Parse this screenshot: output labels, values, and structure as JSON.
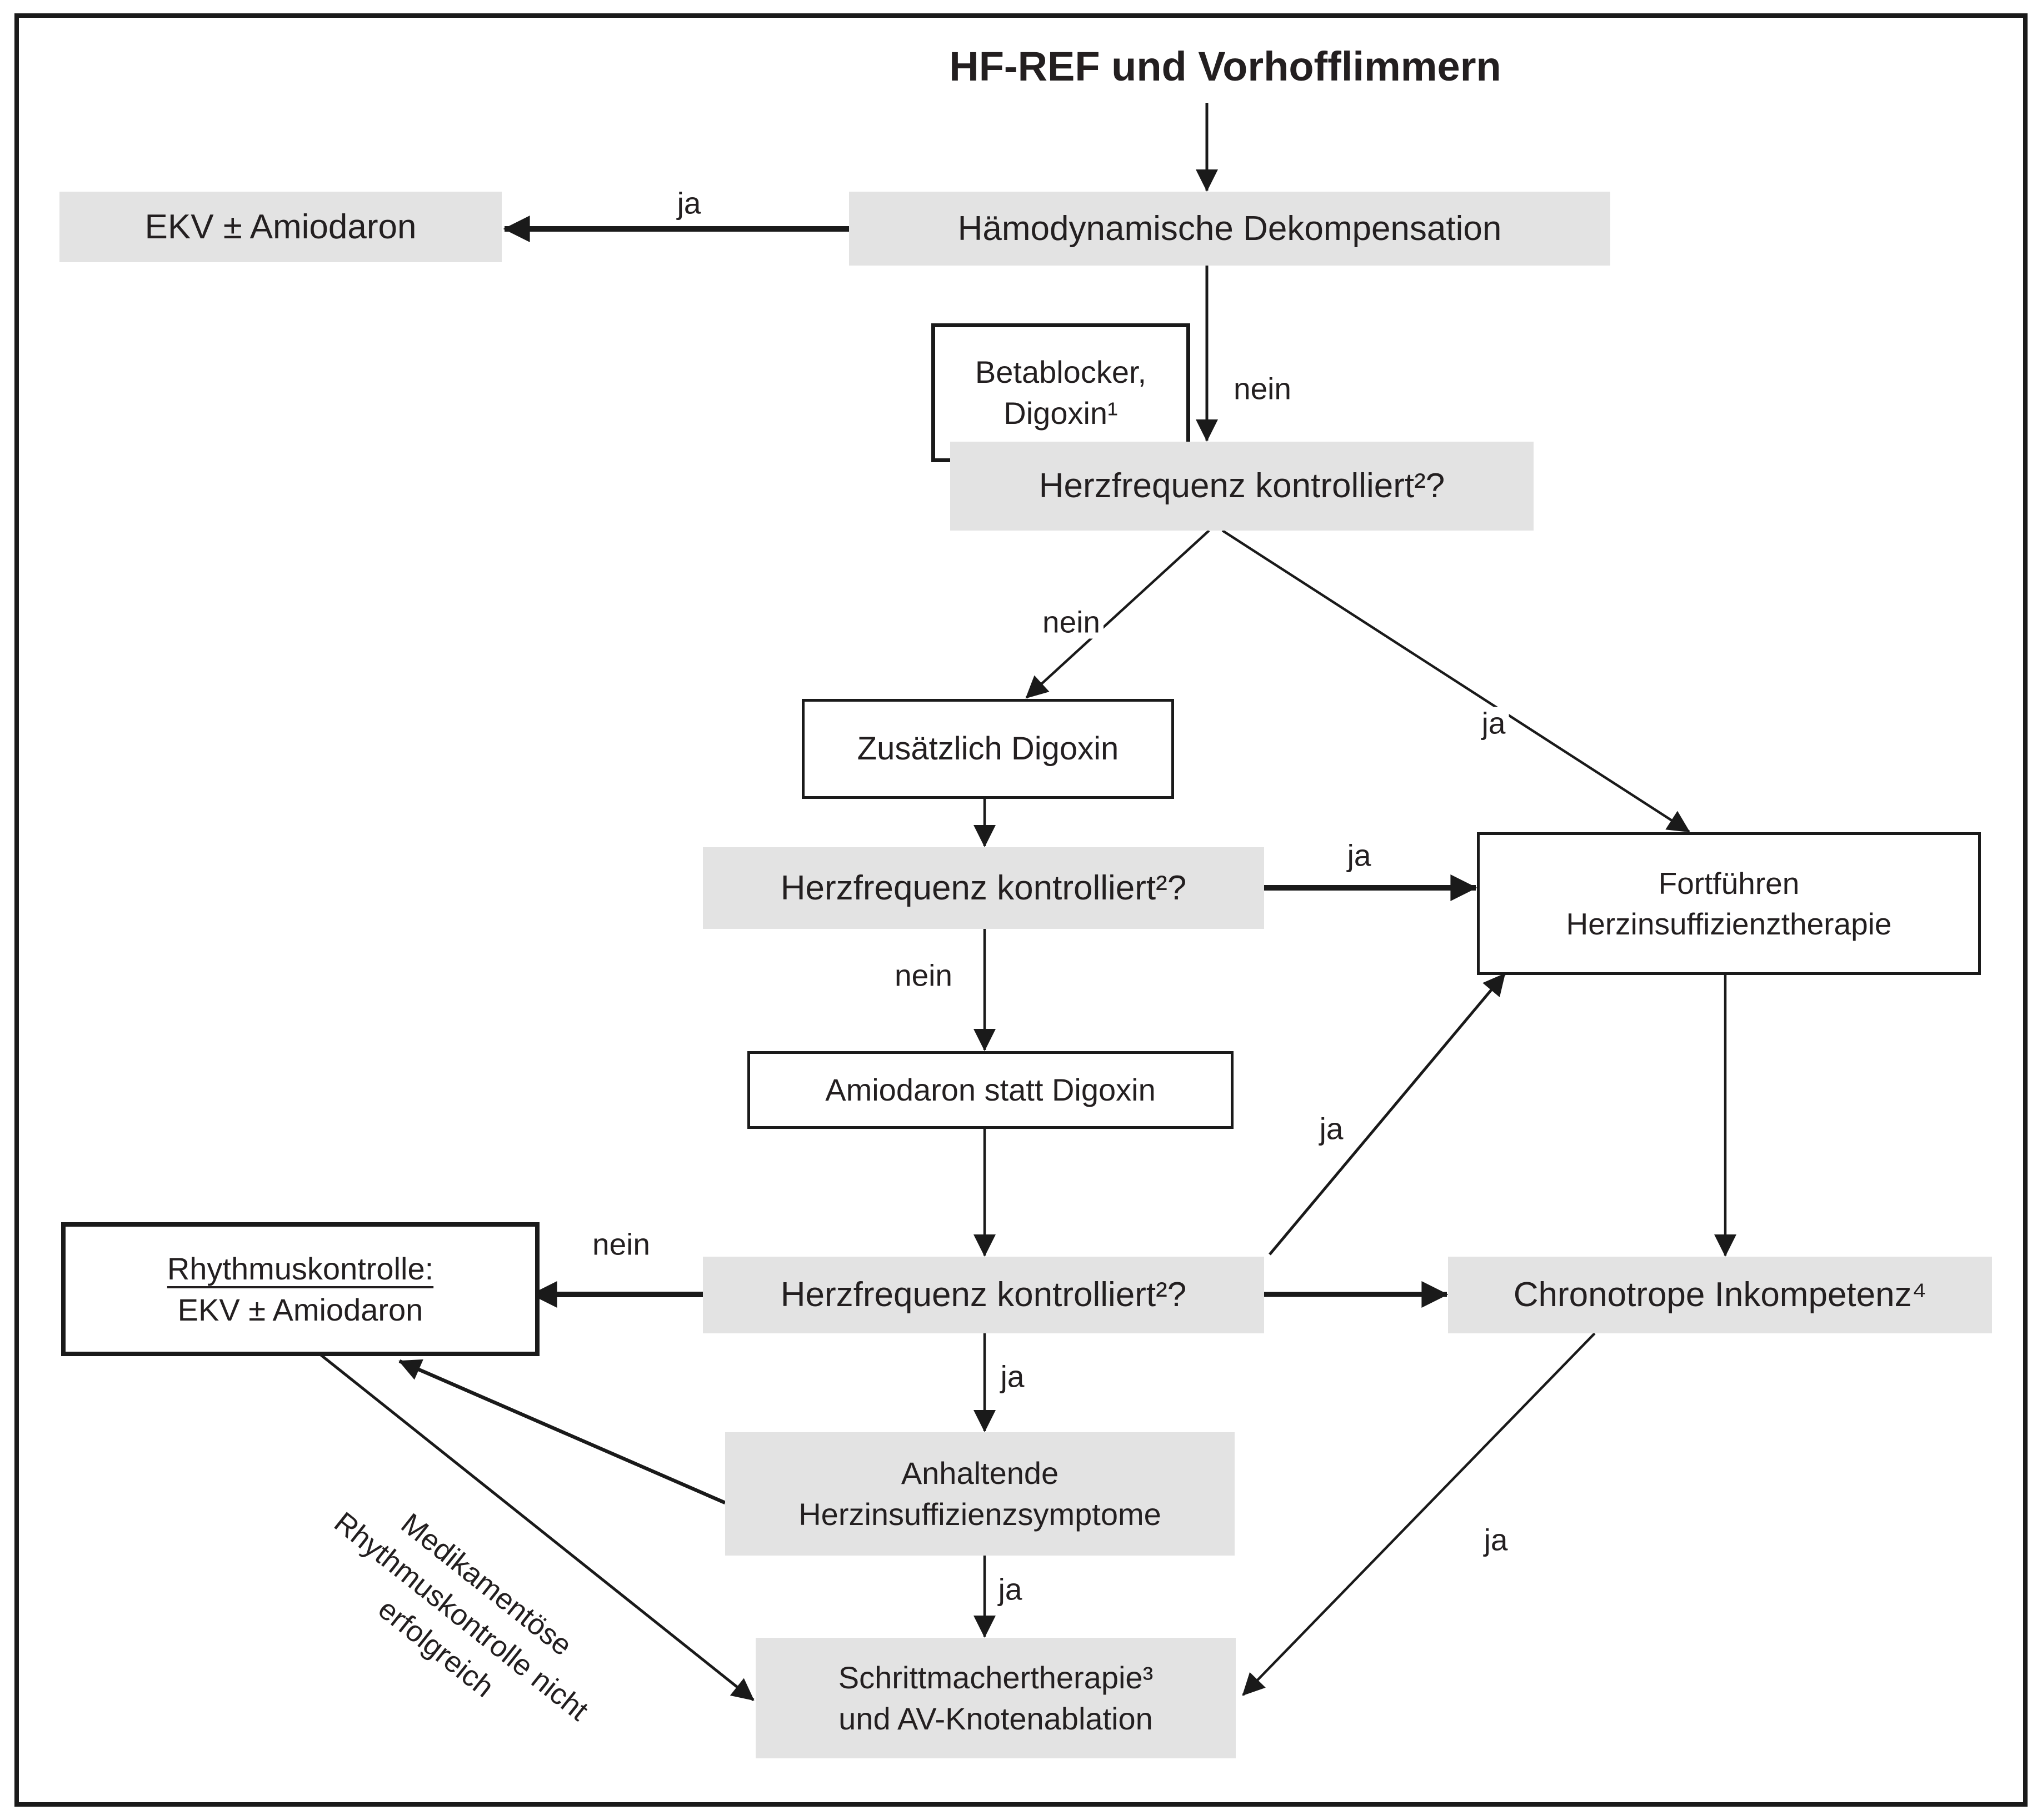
{
  "figure": {
    "title": "HF-REF und Vorhofflimmern",
    "nodes": {
      "haemo": {
        "label": "Hämodynamische Dekompensation"
      },
      "ekv": {
        "label": "EKV ± Amiodaron"
      },
      "beta": {
        "lines": [
          "Betablocker,",
          "Digoxin¹"
        ]
      },
      "hf1": {
        "label": "Herzfrequenz kontrolliert²?"
      },
      "zusatz": {
        "label": "Zusätzlich Digoxin"
      },
      "hf2": {
        "label": "Herzfrequenz kontrolliert²?"
      },
      "fortf": {
        "lines": [
          "Fortführen",
          "Herzinsuffizienztherapie"
        ]
      },
      "amio": {
        "label": "Amiodaron statt Digoxin"
      },
      "hf3": {
        "label": "Herzfrequenz kontrolliert²?"
      },
      "rhythm": {
        "lines": [
          "Rhythmuskontrolle:",
          "EKV ± Amiodaron"
        ]
      },
      "chrono": {
        "label": "Chronotrope Inkompetenz⁴"
      },
      "anhalt": {
        "lines": [
          "Anhaltende",
          "Herzinsuffizienzsymptome"
        ]
      },
      "schritt": {
        "lines": [
          "Schrittmachertherapie³",
          "und AV-Knotenablation"
        ]
      }
    },
    "edge_labels": {
      "ja_ekv": "ja",
      "nein_hf1": "nein",
      "nein_split": "nein",
      "ja_split": "ja",
      "ja_hf2": "ja",
      "nein_hf2": "nein",
      "nein_hf3": "nein",
      "ja_diag": "ja",
      "ja_hf3": "ja",
      "ja_anhalt": "ja",
      "ja_chrono": "ja"
    },
    "rotated_note": {
      "lines": [
        "Medikamentöse",
        "Rhythmuskontrolle nicht",
        "erfolgreich"
      ]
    },
    "colors": {
      "box_fill": "#e3e3e3",
      "line": "#231f20",
      "background": "#ffffff"
    }
  }
}
